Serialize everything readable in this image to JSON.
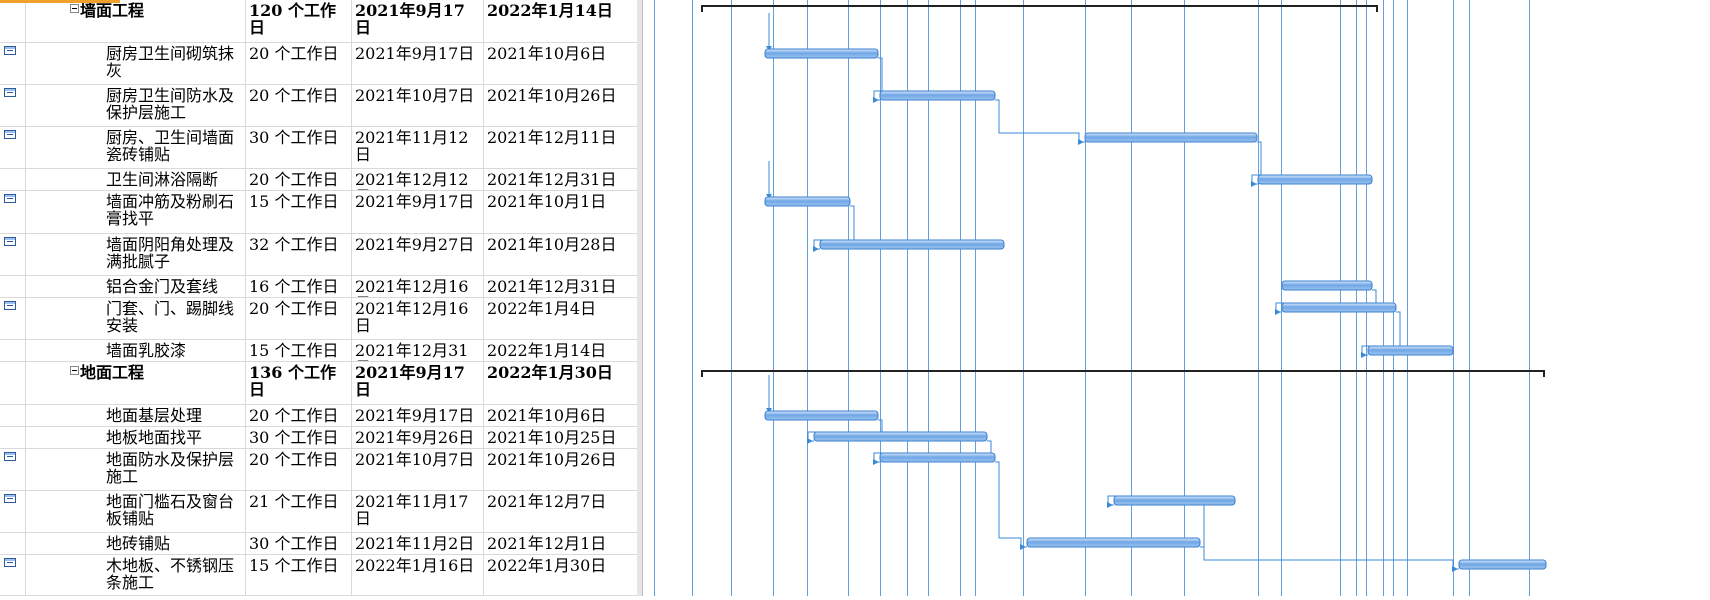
{
  "table": {
    "rows": [
      {
        "kind": "summary",
        "name": "墙面工程",
        "duration": "120 个工作日",
        "start": "2021年9月17日",
        "finish": "2022年1月14日"
      },
      {
        "kind": "task",
        "name": "厨房卫生间砌筑抹灰",
        "duration": "20 个工作日",
        "start": "2021年9月17日",
        "finish": "2021年10月6日"
      },
      {
        "kind": "task",
        "name": "厨房卫生间防水及保护层施工",
        "duration": "20 个工作日",
        "start": "2021年10月7日",
        "finish": "2021年10月26日"
      },
      {
        "kind": "task",
        "name": "厨房、卫生间墙面瓷砖铺贴",
        "duration": "30 个工作日",
        "start": "2021年11月12日",
        "finish": "2021年12月11日"
      },
      {
        "kind": "task",
        "name": "卫生间淋浴隔断",
        "duration": "20 个工作日",
        "start": "2021年12月12日",
        "finish": "2021年12月31日"
      },
      {
        "kind": "task",
        "name": "墙面冲筋及粉刷石膏找平",
        "duration": "15 个工作日",
        "start": "2021年9月17日",
        "finish": "2021年10月1日"
      },
      {
        "kind": "task",
        "name": "墙面阴阳角处理及满批腻子",
        "duration": "32 个工作日",
        "start": "2021年9月27日",
        "finish": "2021年10月28日"
      },
      {
        "kind": "task",
        "name": "铝合金门及套线",
        "duration": "16 个工作日",
        "start": "2021年12月16日",
        "finish": "2021年12月31日"
      },
      {
        "kind": "task",
        "name": "门套、门、踢脚线安装",
        "duration": "20 个工作日",
        "start": "2021年12月16日",
        "finish": "2022年1月4日"
      },
      {
        "kind": "task",
        "name": "墙面乳胶漆",
        "duration": "15 个工作日",
        "start": "2021年12月31日",
        "finish": "2022年1月14日"
      },
      {
        "kind": "summary",
        "name": "地面工程",
        "duration": "136 个工作日",
        "start": "2021年9月17日",
        "finish": "2022年1月30日"
      },
      {
        "kind": "task",
        "name": "地面基层处理",
        "duration": "20 个工作日",
        "start": "2021年9月17日",
        "finish": "2021年10月6日"
      },
      {
        "kind": "task",
        "name": "地板地面找平",
        "duration": "30 个工作日",
        "start": "2021年9月26日",
        "finish": "2021年10月25日"
      },
      {
        "kind": "task",
        "name": "地面防水及保护层施工",
        "duration": "20 个工作日",
        "start": "2021年10月7日",
        "finish": "2021年10月26日"
      },
      {
        "kind": "task",
        "name": "地面门槛石及窗台板铺贴",
        "duration": "21 个工作日",
        "start": "2021年11月17日",
        "finish": "2021年12月7日"
      },
      {
        "kind": "task",
        "name": "地砖铺贴",
        "duration": "30 个工作日",
        "start": "2021年11月2日",
        "finish": "2021年12月1日"
      },
      {
        "kind": "task",
        "name": "木地板、不锈钢压条施工",
        "duration": "15 个工作日",
        "start": "2022年1月16日",
        "finish": "2022年1月30日"
      }
    ]
  },
  "colors": {
    "bar": "#6fa6e6",
    "link": "#3b8ad8",
    "summary": "#222222",
    "grid": "#4a90d9"
  }
}
